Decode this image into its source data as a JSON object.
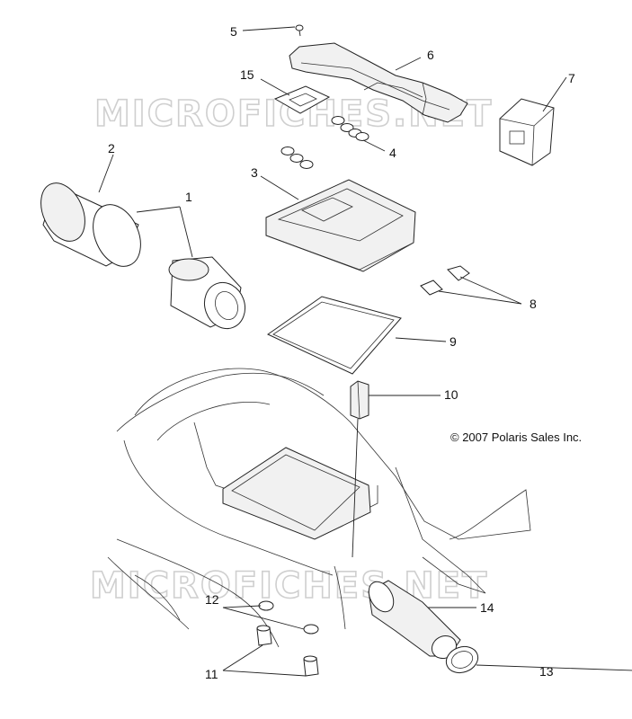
{
  "watermark": {
    "top": "MICROFICHES.NET",
    "bottom": "MICROFICHES.NET"
  },
  "copyright": "© 2007 Polaris Sales Inc.",
  "callouts": [
    "1",
    "2",
    "3",
    "4",
    "5",
    "6",
    "7",
    "8",
    "9",
    "10",
    "11",
    "12",
    "13",
    "14",
    "15"
  ]
}
